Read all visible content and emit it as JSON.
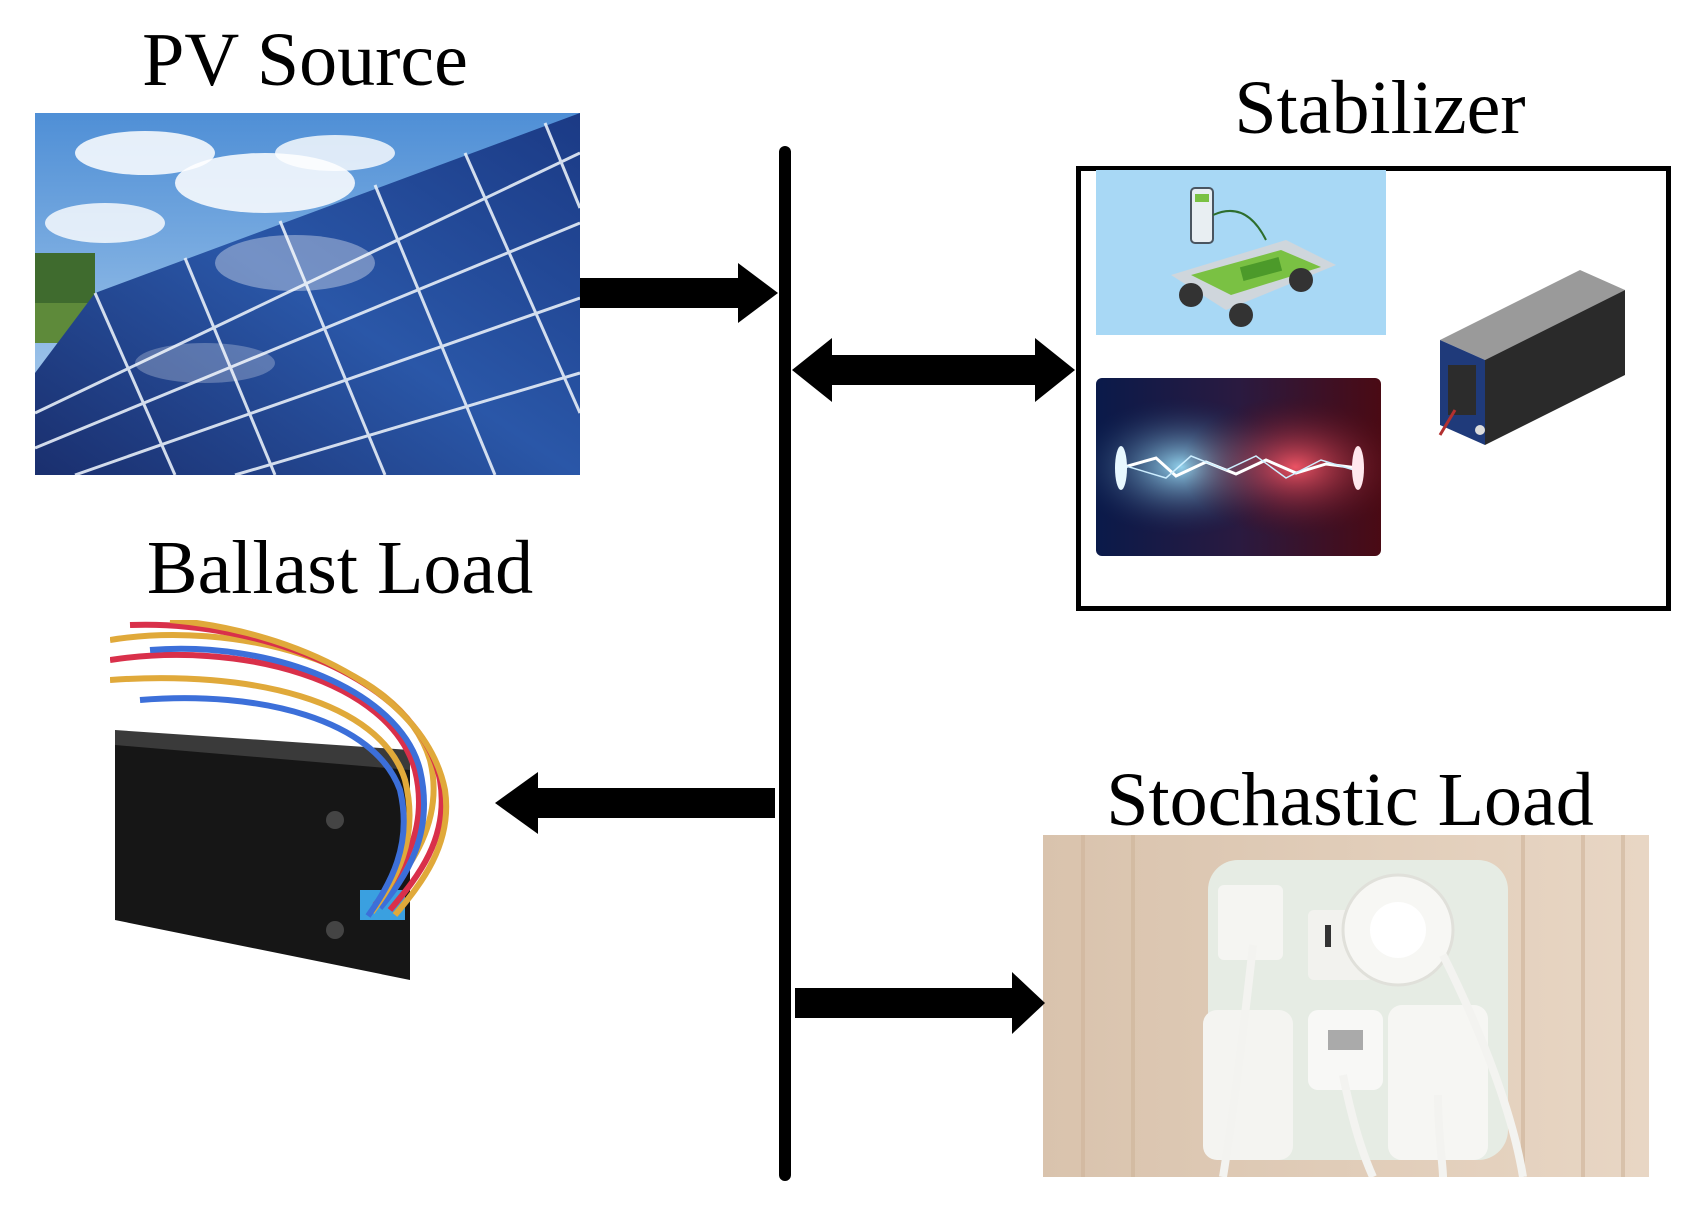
{
  "labels": {
    "pv_source": "PV Source",
    "stabilizer": "Stabilizer",
    "ballast_load": "Ballast Load",
    "stochastic_load": "Stochastic Load"
  },
  "colors": {
    "line": "#000000",
    "background": "#ffffff"
  },
  "icons": [
    "solar-panel-icon",
    "electric-vehicle-battery-icon",
    "electric-arc-icon",
    "battery-pack-icon",
    "ballast-icon",
    "wall-outlet-icon"
  ]
}
